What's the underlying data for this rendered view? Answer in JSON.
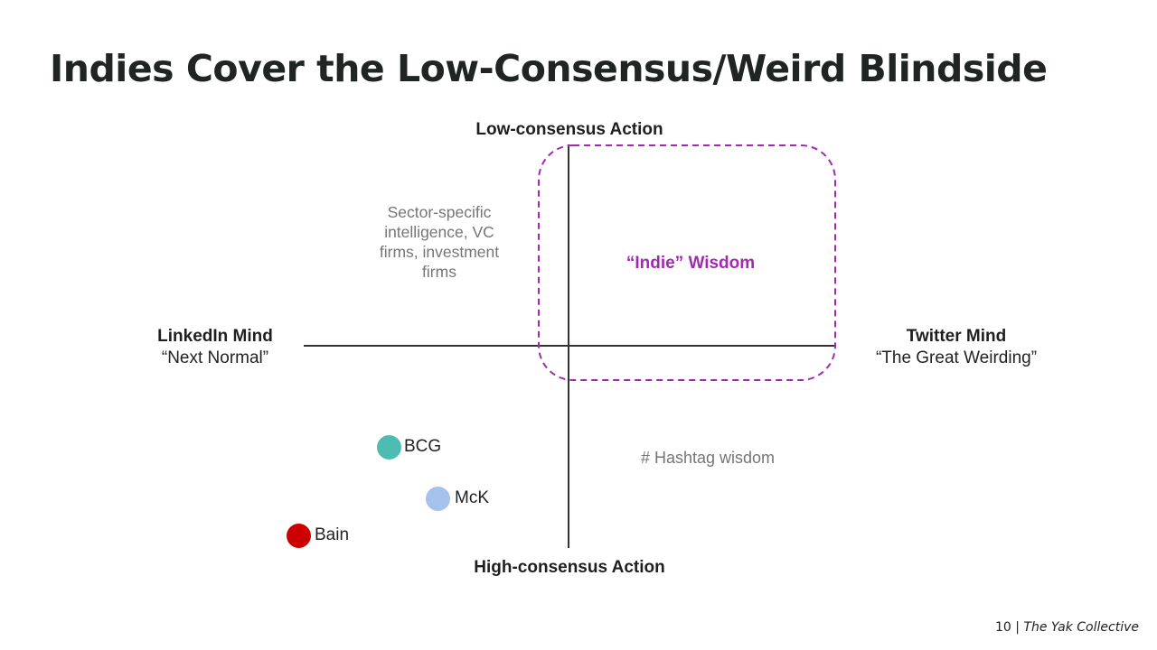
{
  "title": "Indies Cover the Low-Consensus/Weird Blindside",
  "axes": {
    "top": "Low-consensus Action",
    "bottom": "High-consensus Action",
    "left_title": "LinkedIn Mind",
    "left_sub": "“Next Normal”",
    "right_title": "Twitter Mind",
    "right_sub": "“The Great Weirding”"
  },
  "quadrants": {
    "top_left_lines": [
      "Sector-specific",
      "intelligence, VC",
      "firms, investment",
      "firms"
    ],
    "top_right": "“Indie” Wisdom",
    "bottom_right": "# Hashtag wisdom"
  },
  "points": [
    {
      "label": "BCG",
      "color": "#4dbdb1"
    },
    {
      "label": "McK",
      "color": "#a4c2ec"
    },
    {
      "label": "Bain",
      "color": "#cc0000"
    }
  ],
  "colors": {
    "highlight_border": "#a22ab0",
    "axis_line": "#333333"
  },
  "footer": {
    "page": "10",
    "separator": "|",
    "org": "The Yak Collective"
  }
}
